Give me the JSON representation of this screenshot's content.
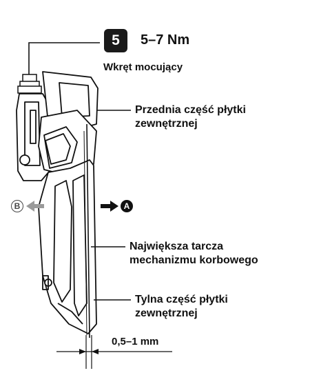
{
  "step": {
    "number": "5",
    "torque": "5–7 Nm"
  },
  "labels": {
    "screw": "Wkręt mocujący",
    "front_line1": "Przednia część płytki",
    "front_line2": "zewnętrznej",
    "chainring_line1": "Największa tarcza",
    "chainring_line2": "mechanizmu korbowego",
    "rear_line1": "Tylna część płytki",
    "rear_line2": "zewnętrznej",
    "gap": "0,5–1 mm"
  },
  "directions": {
    "left": "B",
    "right": "A"
  },
  "colors": {
    "ink": "#111111",
    "badge": "#1a1a1a",
    "arrow_left": "#9a9a9a",
    "arrow_right": "#111111"
  }
}
